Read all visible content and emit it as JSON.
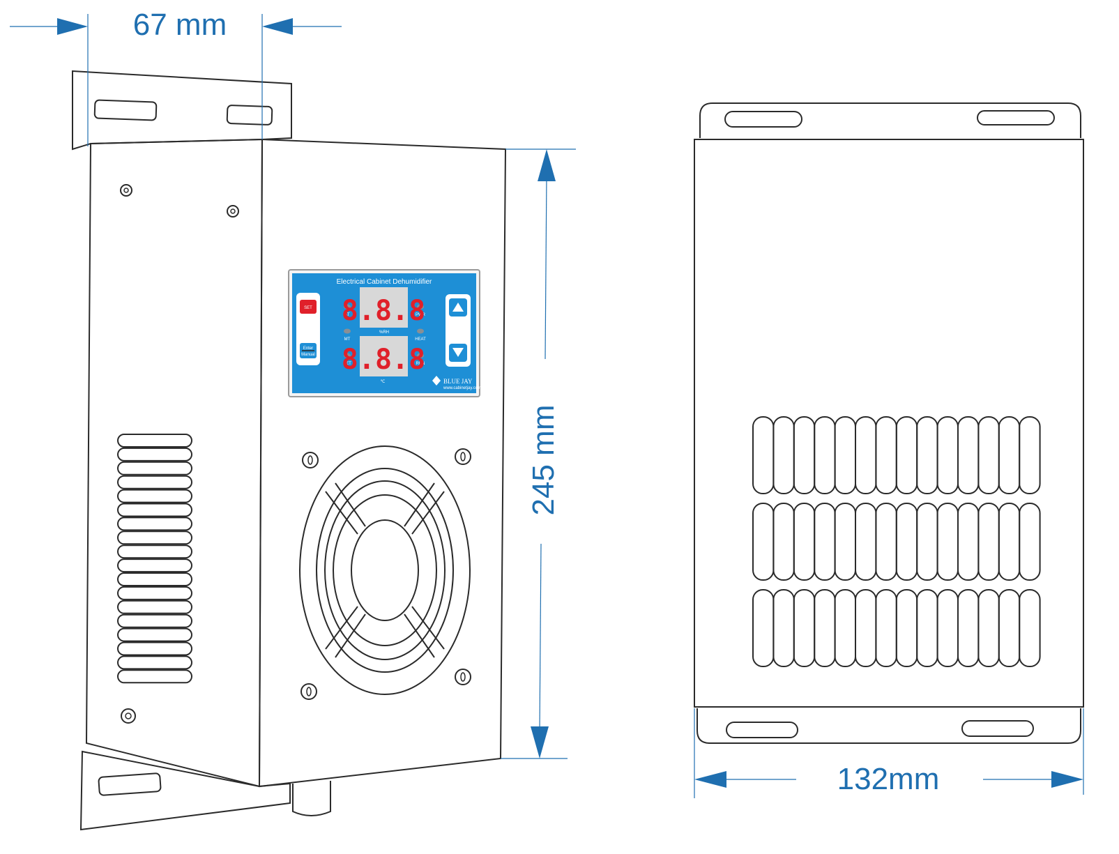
{
  "dimensions": {
    "depth": "67 mm",
    "height": "245 mm",
    "width": "132mm"
  },
  "panel": {
    "title": "Electrical Cabinet Dehumidifier",
    "set_button": "SET",
    "enter_button_top": "Enter",
    "enter_button_bottom": "Manual",
    "display_top": "8.8.8",
    "display_bottom": "8.8.8",
    "unit_top": "%RH",
    "unit_bottom": "℃",
    "left_leds": [
      "AT",
      "MT",
      "SET"
    ],
    "right_leds": [
      "PWR",
      "HEAT",
      "RUN"
    ],
    "brand": "BLUE JAY",
    "brand_url": "www.cabinetjay.com"
  },
  "colors": {
    "dimension": "#1f6fb0",
    "panel_blue": "#1e8fd6",
    "display_red": "#e0202a",
    "set_red": "#e0202a",
    "outline": "#2a2a2a"
  },
  "icons": {
    "up": "arrow-up-icon",
    "down": "arrow-down-icon",
    "fan": "fan-grille-icon",
    "brand_logo": "brand-logo-icon"
  }
}
